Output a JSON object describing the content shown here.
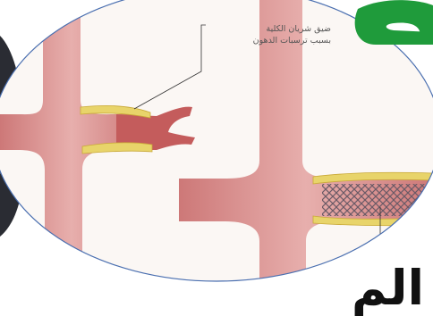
{
  "caption": {
    "line1": "ضيق شريان الكلية",
    "line2": "بسبب ترسبات الدهون"
  },
  "headline": "الم",
  "colors": {
    "artery_outer": "#d98c8c",
    "artery_inner": "#c45c5c",
    "plaque": "#e8d46a",
    "ellipse_border": "#4a6fb0",
    "background_fill": "#fbf7f4",
    "logo_green": "#1f9b3b",
    "stent": "#7a6a74"
  },
  "icons": [
    "logo-icon",
    "stent-icon",
    "photo-fragment-icon"
  ]
}
